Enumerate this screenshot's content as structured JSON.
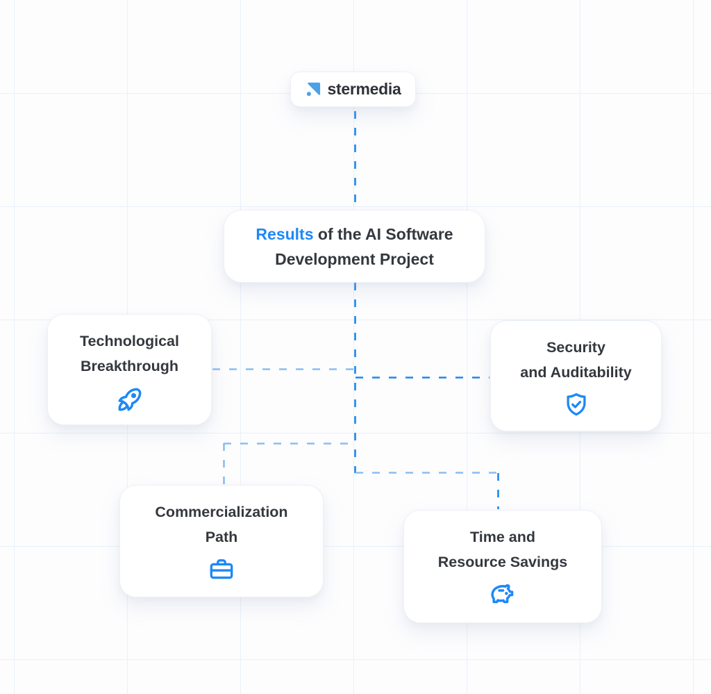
{
  "logo": {
    "text": "stermedia",
    "icon": "stermedia-arrow-icon"
  },
  "title_card": {
    "accent": "Results",
    "line1_rest": " of the AI Software",
    "line2": "Development Project"
  },
  "cards": [
    {
      "id": "technological-breakthrough",
      "line1": "Technological",
      "line2": "Breakthrough",
      "icon": "rocket-icon"
    },
    {
      "id": "security-and-auditability",
      "line1": "Security",
      "line2": "and Auditability",
      "icon": "shield-check-icon"
    },
    {
      "id": "commercialization-path",
      "line1": "Commercialization",
      "line2": "Path",
      "icon": "briefcase-icon"
    },
    {
      "id": "time-and-resource-savings",
      "line1": "Time and",
      "line2": "Resource Savings",
      "icon": "piggy-bank-icon"
    }
  ],
  "colors": {
    "accent": "#1E88F7",
    "text-dark": "#34383E",
    "logo-blue": "#4BA1E8",
    "connector-strong": "#1E86EC",
    "connector-light": "#8ABDF2",
    "grid-line": "#E9F1FA",
    "card-bg": "#FFFFFF"
  }
}
